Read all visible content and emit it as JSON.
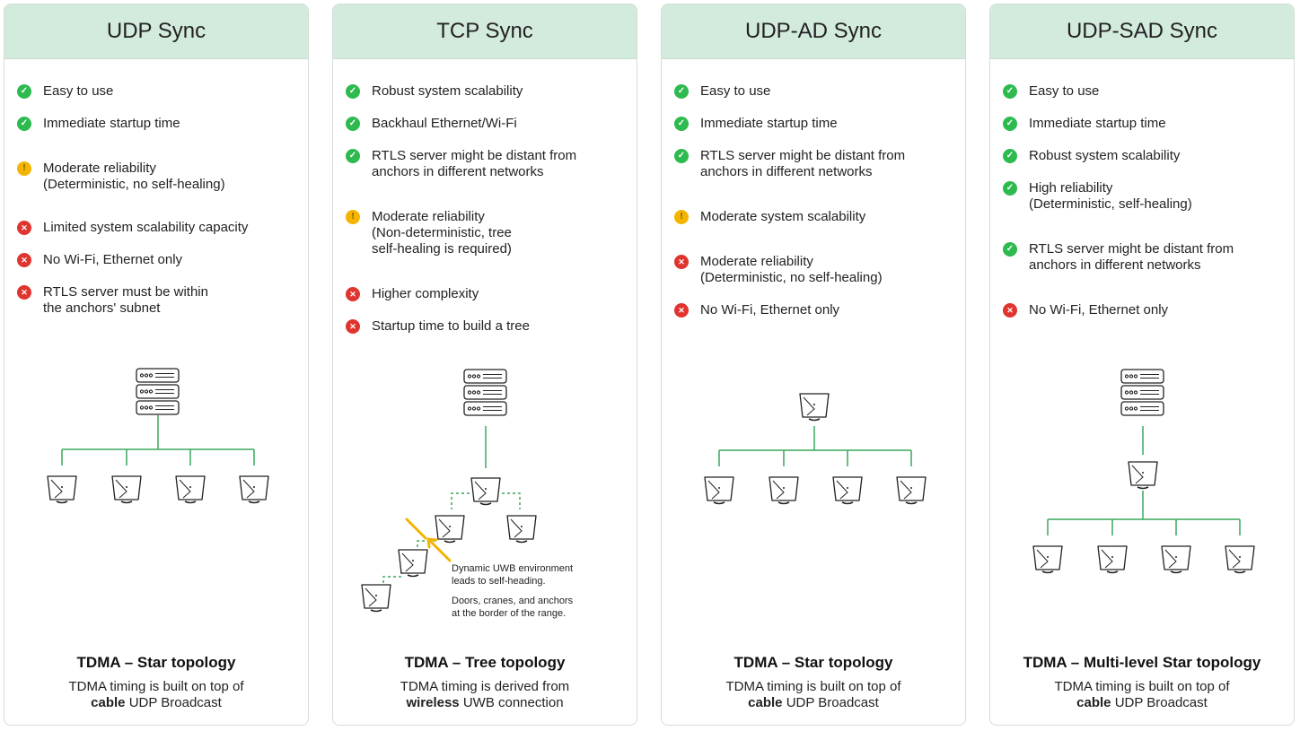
{
  "colors": {
    "header_bg": "#d3ebdd",
    "ok": "#2dba4e",
    "warn": "#f4b400",
    "bad": "#e0342f",
    "line": "#3aa95a",
    "arrow": "#f2b400"
  },
  "cards": [
    {
      "title": "UDP Sync",
      "items": [
        {
          "status": "ok",
          "text": "Easy to use"
        },
        {
          "status": "ok",
          "text": "Immediate startup time"
        },
        {
          "status": "warn",
          "text": "Moderate reliability\n(Deterministic, no self-healing)"
        },
        {
          "status": "bad",
          "text": "Limited system scalability capacity"
        },
        {
          "status": "bad",
          "text": "No Wi-Fi, Ethernet only"
        },
        {
          "status": "bad",
          "text": "RTLS server must be within\nthe anchors' subnet"
        }
      ],
      "topology": "TDMA – Star topology",
      "desc_line1": "TDMA timing is built on top of",
      "desc_bold": "cable",
      "desc_rest": " UDP Broadcast"
    },
    {
      "title": "TCP Sync",
      "items": [
        {
          "status": "ok",
          "text": "Robust system scalability"
        },
        {
          "status": "ok",
          "text": "Backhaul Ethernet/Wi-Fi"
        },
        {
          "status": "ok",
          "text": "RTLS server might be distant from\nanchors in different networks"
        },
        {
          "status": "warn",
          "text": "Moderate reliability\n(Non-deterministic, tree\nself-healing is required)"
        },
        {
          "status": "bad",
          "text": "Higher complexity"
        },
        {
          "status": "bad",
          "text": "Startup time to build a tree"
        }
      ],
      "topology": "TDMA  – Tree topology",
      "desc_line1": "TDMA timing is derived from",
      "desc_bold": "wireless",
      "desc_rest": " UWB connection",
      "notes": [
        "Dynamic UWB environment\nleads to self-heading.",
        "Doors, cranes, and anchors\nat the border of the range."
      ]
    },
    {
      "title": "UDP-AD Sync",
      "items": [
        {
          "status": "ok",
          "text": "Easy to use"
        },
        {
          "status": "ok",
          "text": "Immediate startup time"
        },
        {
          "status": "ok",
          "text": "RTLS server might be distant from\nanchors in different networks"
        },
        {
          "status": "warn",
          "text": "Moderate system scalability"
        },
        {
          "status": "bad",
          "text": "Moderate reliability\n(Deterministic, no self-healing)"
        },
        {
          "status": "bad",
          "text": "No Wi-Fi, Ethernet only"
        }
      ],
      "topology": "TDMA – Star topology",
      "desc_line1": "TDMA timing is built on top of",
      "desc_bold": "cable",
      "desc_rest": " UDP Broadcast"
    },
    {
      "title": "UDP-SAD Sync",
      "items": [
        {
          "status": "ok",
          "text": "Easy to use"
        },
        {
          "status": "ok",
          "text": "Immediate startup time"
        },
        {
          "status": "ok",
          "text": "Robust system scalability"
        },
        {
          "status": "ok",
          "text": "High reliability\n(Deterministic, self-healing)"
        },
        {
          "status": "ok",
          "text": "RTLS server might be distant from\nanchors in different networks"
        },
        {
          "status": "bad",
          "text": "No Wi-Fi, Ethernet only"
        }
      ],
      "topology": "TDMA – Multi-level Star topology",
      "desc_line1": "TDMA timing is built on top of",
      "desc_bold": "cable",
      "desc_rest": " UDP Broadcast"
    }
  ]
}
